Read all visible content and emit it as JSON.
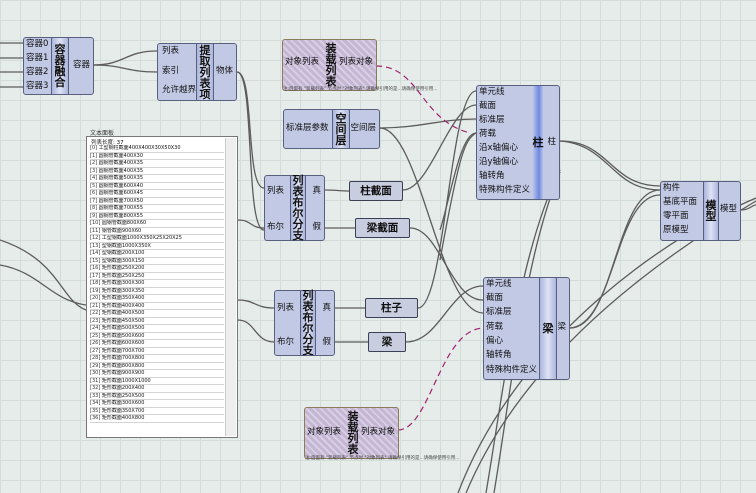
{
  "nodes": {
    "container_merge": {
      "inputs": [
        "容器0",
        "容器1",
        "容器2",
        "容器3"
      ],
      "title": "容器融合",
      "output": "容器"
    },
    "extract_list": {
      "inputs": [
        "列表",
        "索引",
        "允许越界"
      ],
      "title": "提取列表项",
      "output": "物体"
    },
    "load_list_top": {
      "input": "对象列表",
      "title": "装载列表",
      "output": "列表对象",
      "note": "注:后面有 \"装载列表\" 节点时 \"对象列表\" 请确保引用的是...请确保使用引用..."
    },
    "std_layer_params": {
      "input": "标准层参数",
      "title": "空间层",
      "output": "空间层"
    },
    "column": {
      "inputs": [
        "单元线",
        "截面",
        "标准层",
        "荷载",
        "沿x轴偏心",
        "沿y轴偏心",
        "轴转角",
        "特殊构件定义"
      ],
      "title": "柱",
      "output": "柱"
    },
    "bool_split_1": {
      "inputs": [
        "列表",
        "布尔"
      ],
      "title": "列表布尔分支",
      "outputs": [
        "真",
        "假"
      ]
    },
    "column_section": {
      "label": "柱截面"
    },
    "beam_section": {
      "label": "梁截面"
    },
    "bool_split_2": {
      "inputs": [
        "列表",
        "布尔"
      ],
      "title": "列表布尔分支",
      "outputs": [
        "真",
        "假"
      ]
    },
    "column_label": {
      "label": "柱子"
    },
    "beam_label": {
      "label": "梁"
    },
    "beam": {
      "inputs": [
        "单元线",
        "截面",
        "标准层",
        "荷载",
        "偏心",
        "轴转角",
        "特殊构件定义"
      ],
      "title": "梁",
      "output": "梁"
    },
    "load_list_bottom": {
      "input": "对象列表",
      "title": "装载列表",
      "output": "列表对象",
      "note": "注:后面有 \"装载列表\" 节点时 \"对象列表\" 请确保引用的是...请确保使用引用..."
    },
    "model": {
      "inputs": [
        "构件",
        "基底平面",
        "零平面",
        "原模型"
      ],
      "title": "模型",
      "output": "模型"
    }
  },
  "panel": {
    "title": "文本面板",
    "header": "列表长度: 37",
    "rows": [
      "工型钢柱截面400X400X30X50X30",
      "圆钢管截面400X30",
      "圆钢管截面400X35",
      "圆钢管截面400X35",
      "圆钢管截面500X35",
      "圆钢管截面600X40",
      "圆钢管截面600X45",
      "圆钢管截面700X50",
      "圆钢管截面700X55",
      "圆钢管截面800X55",
      "圆钢管截面800X60",
      "钢管截面900X60",
      "工型钢截面1000X350X25X20X25",
      "型钢截面1000X350X",
      "型钢截面200X100",
      "型钢截面300X150",
      "矩形截面250X200",
      "矩形截面250X250",
      "矩形截面300X300",
      "矩形截面300X350",
      "矩形截面350X400",
      "矩形截面400X400",
      "矩形截面400X500",
      "矩形截面450X500",
      "矩形截面500X500",
      "矩形截面500X600",
      "矩形截面600X600",
      "矩形截面700X700",
      "矩形截面700X800",
      "矩形截面800X800",
      "矩形截面900X900",
      "矩形截面1000X1000",
      "矩形截面200X400",
      "矩形截面250X500",
      "矩形截面300X600",
      "矩形截面350X700",
      "矩形截面400X800"
    ]
  },
  "colors": {
    "node_fill": "#c2c9e4",
    "node_border": "#59607e",
    "hatch_fill": "#c4b6d4",
    "dashed_wire": "#a0206e",
    "wire": "#555555",
    "grid": "#d3dcd9",
    "canvas": "#e6ecea"
  }
}
